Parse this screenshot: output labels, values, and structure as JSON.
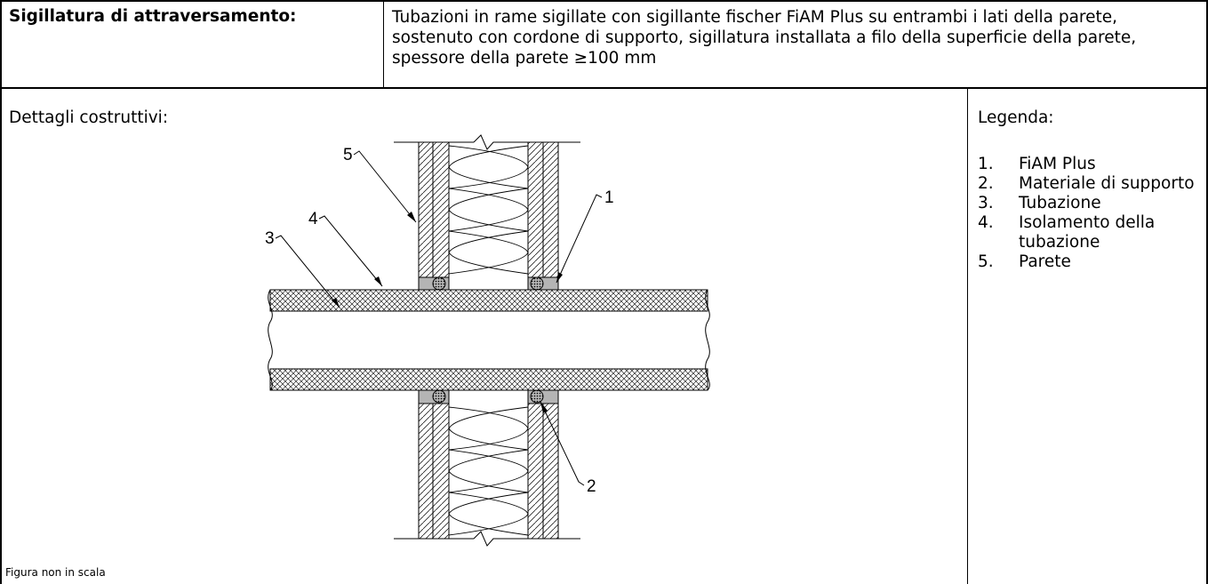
{
  "header": {
    "label": "Sigillatura di attraversamento:",
    "description": "Tubazioni in rame sigillate con sigillante fischer FiAM Plus su entrambi i lati della parete, sostenuto con cordone di supporto, sigillatura installata a filo della superficie della parete, spessore della parete ≥100 mm"
  },
  "details": {
    "label": "Dettagli costruttivi:",
    "note": "Figura non in scala",
    "callouts": [
      "1",
      "2",
      "3",
      "4",
      "5"
    ]
  },
  "legend": {
    "title": "Legenda:",
    "items": [
      {
        "num": "1.",
        "label": "FiAM Plus"
      },
      {
        "num": "2.",
        "label": "Materiale di supporto"
      },
      {
        "num": "3.",
        "label": "Tubazione"
      },
      {
        "num": "4.",
        "label": "Isolamento della tubazione"
      },
      {
        "num": "5.",
        "label": "Parete"
      }
    ]
  },
  "colors": {
    "border": "#000000",
    "seal": "#b4b4b4",
    "background": "#ffffff"
  }
}
